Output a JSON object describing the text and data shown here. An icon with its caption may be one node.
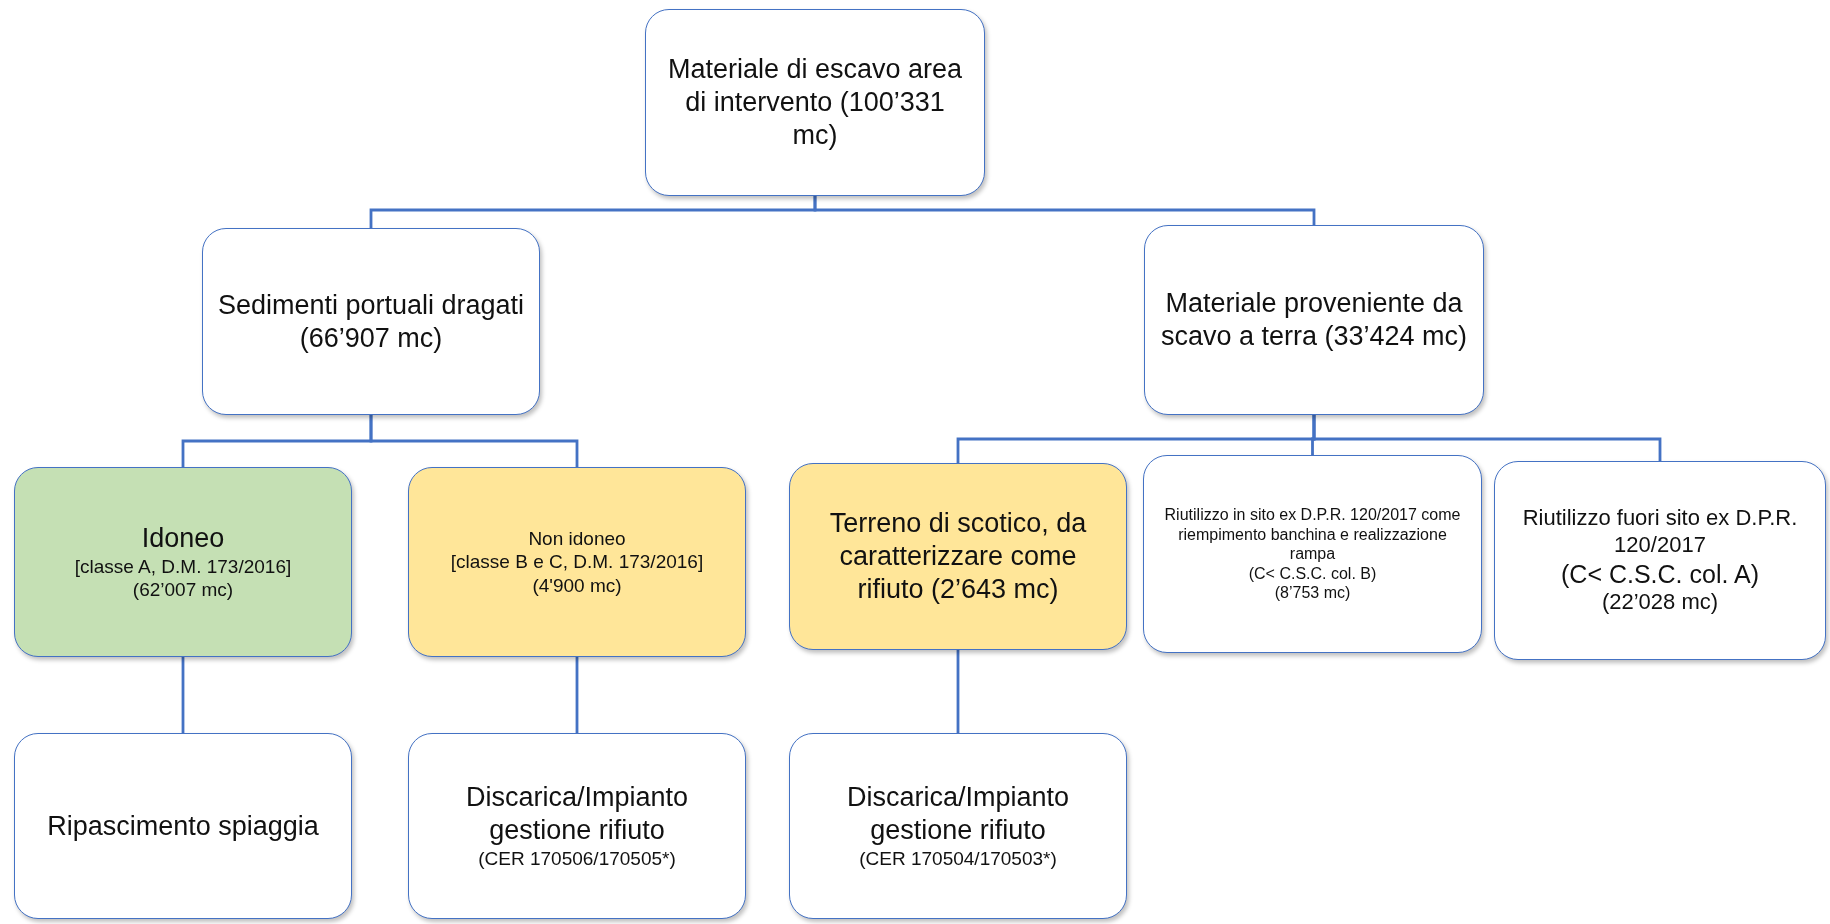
{
  "diagram": {
    "nodes": [
      {
        "text": [
          "Materiale di escavo area di intervento (100’331 mc)"
        ]
      },
      {
        "text": [
          "Sedimenti portuali dragati (66’907 mc)"
        ]
      },
      {
        "text": [
          "Materiale proveniente da scavo a terra (33’424 mc)"
        ]
      },
      {
        "text": [
          "Idoneo",
          "[classe A, D.M. 173/2016]",
          "(62’007 mc)"
        ]
      },
      {
        "text": [
          "Non idoneo",
          "[classe B e C, D.M. 173/2016]",
          "(4'900 mc)"
        ]
      },
      {
        "text": [
          "Terreno di scotico, da caratterizzare come rifiuto (2’643 mc)"
        ]
      },
      {
        "text": [
          "Riutilizzo in sito ex D.P.R. 120/2017 come riempimento banchina e realizzazione rampa",
          "(C< C.S.C. col. B)",
          "(8’753 mc)"
        ]
      },
      {
        "text": [
          "Riutilizzo fuori sito ex D.P.R. 120/2017",
          "(C< C.S.C. col. A)",
          "(22’028 mc)"
        ]
      },
      {
        "text": [
          "Ripascimento spiaggia"
        ]
      },
      {
        "text": [
          "Discarica/Impianto gestione rifiuto",
          "(CER 170506/170505*)"
        ]
      },
      {
        "text": [
          "Discarica/Impianto gestione rifiuto",
          "(CER 170504/170503*)"
        ]
      }
    ],
    "edges": [
      {
        "from": 0,
        "to": 1,
        "arrow": "none"
      },
      {
        "from": 0,
        "to": 2,
        "arrow": "none"
      },
      {
        "from": 1,
        "to": 3,
        "arrow": "none"
      },
      {
        "from": 1,
        "to": 4,
        "arrow": "none"
      },
      {
        "from": 2,
        "to": 5,
        "arrow": "none"
      },
      {
        "from": 2,
        "to": 6,
        "arrow": "none"
      },
      {
        "from": 2,
        "to": 7,
        "arrow": "none"
      },
      {
        "from": 3,
        "to": 8,
        "arrow": "none"
      },
      {
        "from": 4,
        "to": 9,
        "arrow": "none"
      },
      {
        "from": 5,
        "to": 10,
        "arrow": "none"
      }
    ]
  }
}
